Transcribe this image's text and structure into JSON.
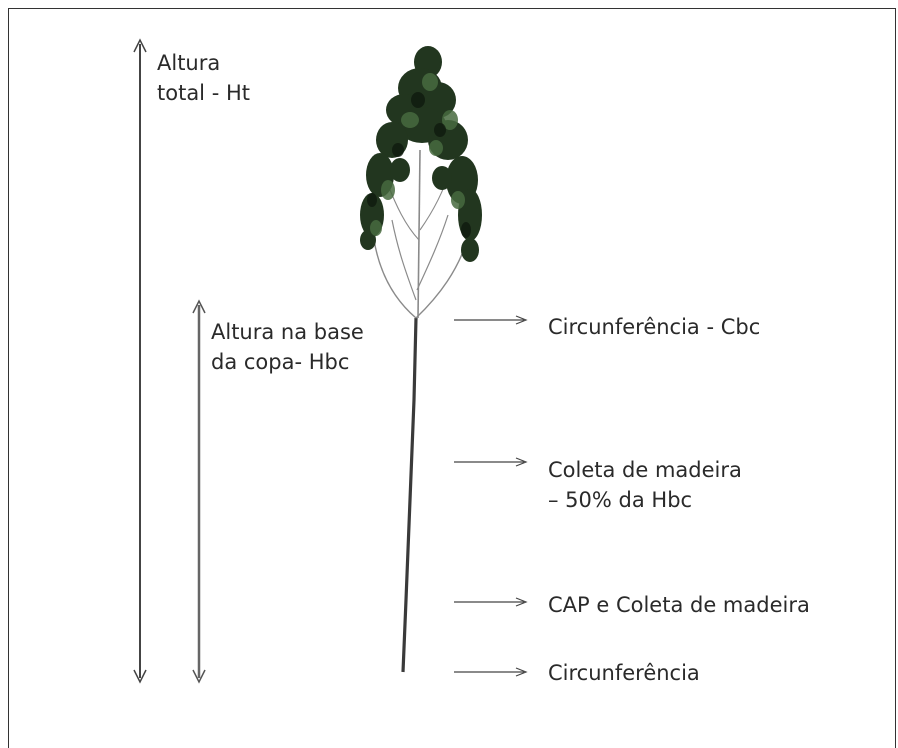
{
  "labels": {
    "total_height": [
      "Altura",
      "total - Ht"
    ],
    "crown_base_height": [
      "Altura na base",
      "da copa- Hbc"
    ],
    "crown_base_circumference": "Circunferência - Cbc",
    "wood_sampling": [
      "Coleta de madeira",
      "– 50% da Hbc"
    ],
    "cap_wood_sampling": "CAP e Coleta de madeira",
    "base_circumference": "Circunferência"
  },
  "colors": {
    "text": "#2a2a2a",
    "arrow": "#333333",
    "trunk": "#3a3a3a",
    "foliage_dark": "#1f3320",
    "foliage_mid": "#3c5a36",
    "branch": "#8a8a8a"
  }
}
